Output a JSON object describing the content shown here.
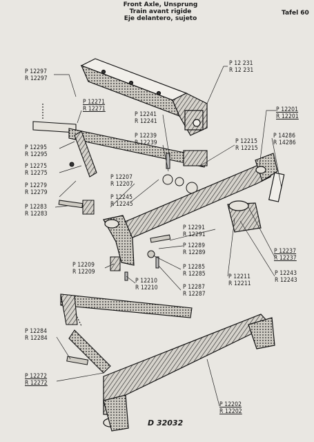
{
  "header": {
    "title_lines": [
      "Front Axle, Unsprung",
      "Train avant rigide",
      "Eje delantero, sujeto"
    ],
    "plate": "Tafel 60"
  },
  "drawing_number": "D 32032",
  "parts": [
    {
      "id": "12297",
      "p": "P 12297",
      "r": "R 12297"
    },
    {
      "id": "12271",
      "p": "P 12271",
      "r": "R 12271"
    },
    {
      "id": "12231",
      "p": "P 12 231",
      "r": "R 12 231"
    },
    {
      "id": "12201",
      "p": "P 12201",
      "r": "R 12201"
    },
    {
      "id": "12241",
      "p": "P 12241",
      "r": "R 12241"
    },
    {
      "id": "12239",
      "p": "P 12239",
      "r": "R 12239"
    },
    {
      "id": "12215",
      "p": "P 12215",
      "r": "R 12215"
    },
    {
      "id": "14286",
      "p": "P 14286",
      "r": "R 14286"
    },
    {
      "id": "12295",
      "p": "P 12295",
      "r": "R 12295"
    },
    {
      "id": "12275",
      "p": "P 12275",
      "r": "R 12275"
    },
    {
      "id": "12279",
      "p": "P 12279",
      "r": "R 12279"
    },
    {
      "id": "12207",
      "p": "P 12207",
      "r": "R 12207"
    },
    {
      "id": "12245",
      "p": "P 12245",
      "r": "R 12245"
    },
    {
      "id": "12283",
      "p": "P 12283",
      "r": "R 12283"
    },
    {
      "id": "12291",
      "p": "P 12291",
      "r": "R 12291"
    },
    {
      "id": "12289",
      "p": "P 12289",
      "r": "R 12289"
    },
    {
      "id": "12237",
      "p": "P 12237",
      "r": "R 12237"
    },
    {
      "id": "12209",
      "p": "P 12209",
      "r": "R 12209"
    },
    {
      "id": "12285",
      "p": "P 12285",
      "r": "R 12285"
    },
    {
      "id": "12243",
      "p": "P 12243",
      "r": "R 12243"
    },
    {
      "id": "12210",
      "p": "P 12210",
      "r": "R 12210"
    },
    {
      "id": "12211",
      "p": "P 12211",
      "r": "R 12211"
    },
    {
      "id": "12287",
      "p": "P 12287",
      "r": "R 12287"
    },
    {
      "id": "12284",
      "p": "P 12284",
      "r": "R 12284"
    },
    {
      "id": "12272",
      "p": "P 12272",
      "r": "R 12272"
    },
    {
      "id": "12202",
      "p": "P 12202",
      "r": "R 12202"
    }
  ]
}
